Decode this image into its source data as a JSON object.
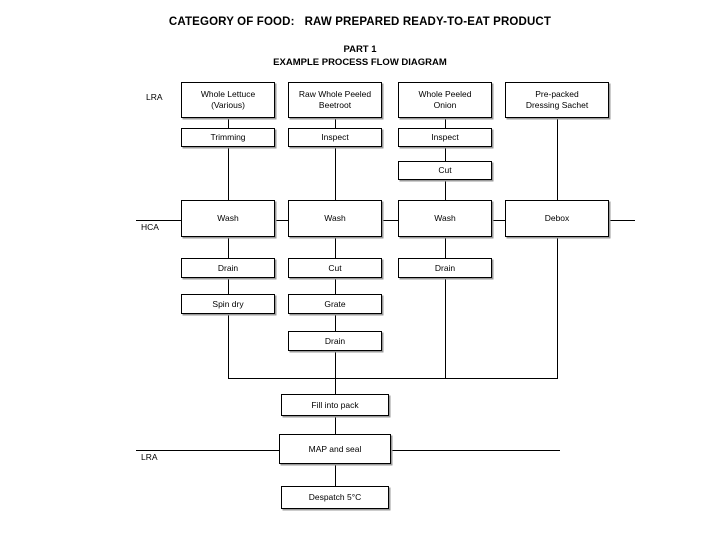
{
  "header": {
    "category_title": "CATEGORY OF FOOD:   RAW PREPARED READY-TO-EAT PRODUCT",
    "part_label": "PART 1",
    "diagram_title": "EXAMPLE PROCESS FLOW DIAGRAM"
  },
  "zones": [
    {
      "id": "lra-top",
      "label": "LRA"
    },
    {
      "id": "hca",
      "label": "HCA"
    },
    {
      "id": "lra-bottom",
      "label": "LRA"
    }
  ],
  "columns": [
    {
      "id": "lettuce",
      "input": "Whole Lettuce\n(Various)",
      "input_line1": "Whole Lettuce",
      "input_line2": "(Various)",
      "steps": [
        "Trimming",
        "Wash",
        "Drain",
        "Spin dry"
      ]
    },
    {
      "id": "beetroot",
      "input": "Raw Whole Peeled\nBeetroot",
      "input_line1": "Raw Whole Peeled",
      "input_line2": "Beetroot",
      "steps": [
        "Inspect",
        "Wash",
        "Cut",
        "Grate",
        "Drain"
      ]
    },
    {
      "id": "onion",
      "input": "Whole Peeled\nOnion",
      "input_line1": "Whole Peeled",
      "input_line2": "Onion",
      "steps": [
        "Inspect",
        "Cut",
        "Wash",
        "Drain"
      ]
    },
    {
      "id": "dressing",
      "input": "Pre-packed\nDressing Sachet",
      "input_line1": "Pre-packed",
      "input_line2": "Dressing Sachet",
      "steps": [
        "Debox"
      ]
    }
  ],
  "common_steps": [
    {
      "id": "fill",
      "label": "Fill into pack"
    },
    {
      "id": "map",
      "label": "MAP and seal"
    },
    {
      "id": "despatch",
      "label": "Despatch 5°C"
    }
  ],
  "colors": {
    "line": "#000000",
    "box_border": "#000000",
    "box_fill": "#ffffff",
    "box_shadow": "#9a9a9a",
    "background": "#ffffff",
    "text": "#000000"
  }
}
